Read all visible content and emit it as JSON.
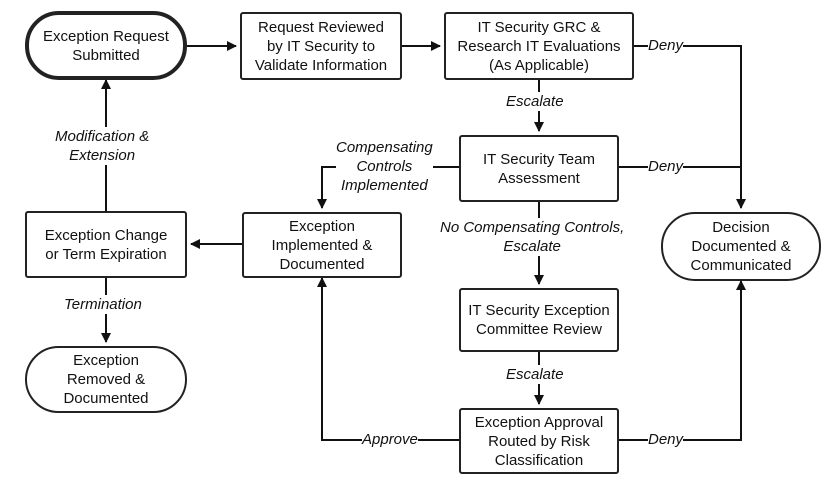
{
  "nodes": {
    "submitted": "Exception Request\nSubmitted",
    "reviewed": "Request Reviewed\nby IT Security to\nValidate Information",
    "grc": "IT Security GRC &\nResearch IT Evaluations\n(As Applicable)",
    "team_assessment": "IT Security Team\nAssessment",
    "implemented": "Exception\nImplemented &\nDocumented",
    "change": "Exception Change\nor Term Expiration",
    "removed": "Exception\nRemoved &\nDocumented",
    "committee": "IT Security Exception\nCommittee Review",
    "approval": "Exception Approval\nRouted by Risk\nClassification",
    "decision": "Decision\nDocumented &\nCommunicated"
  },
  "labels": {
    "deny_grc": "Deny",
    "escalate_1": "Escalate",
    "deny_team": "Deny",
    "compensating": "Compensating\nControls\nImplemented",
    "no_compensating": "No Compensating Controls,\nEscalate",
    "escalate_2": "Escalate",
    "approve": "Approve",
    "deny_approval": "Deny",
    "modification": "Modification &\nExtension",
    "termination": "Termination"
  }
}
